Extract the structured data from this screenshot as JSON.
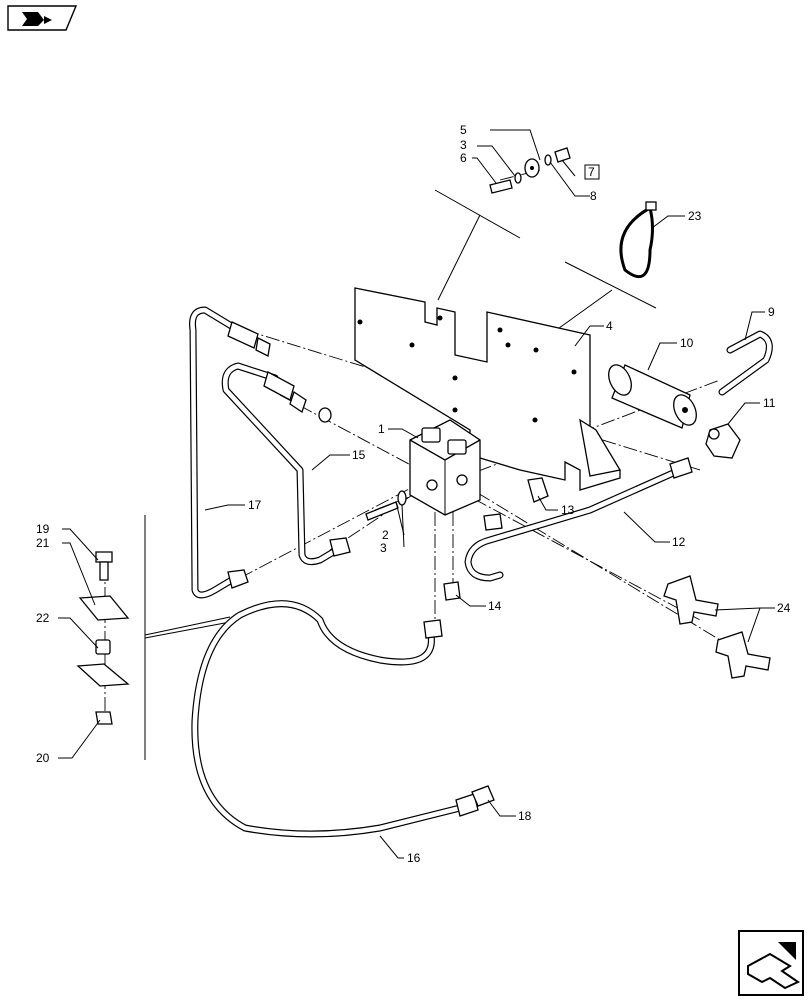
{
  "diagram": {
    "callouts": [
      {
        "id": "c5",
        "text": "5"
      },
      {
        "id": "c3a",
        "text": "3"
      },
      {
        "id": "c6",
        "text": "6"
      },
      {
        "id": "c7",
        "text": "7"
      },
      {
        "id": "c8",
        "text": "8"
      },
      {
        "id": "c23",
        "text": "23"
      },
      {
        "id": "c4",
        "text": "4"
      },
      {
        "id": "c9",
        "text": "9"
      },
      {
        "id": "c10",
        "text": "10"
      },
      {
        "id": "c11",
        "text": "11"
      },
      {
        "id": "c1",
        "text": "1"
      },
      {
        "id": "c15",
        "text": "15"
      },
      {
        "id": "c17",
        "text": "17"
      },
      {
        "id": "c13",
        "text": "13"
      },
      {
        "id": "c12",
        "text": "12"
      },
      {
        "id": "c2",
        "text": "2"
      },
      {
        "id": "c3b",
        "text": "3"
      },
      {
        "id": "c19",
        "text": "19"
      },
      {
        "id": "c21",
        "text": "21"
      },
      {
        "id": "c14",
        "text": "14"
      },
      {
        "id": "c24",
        "text": "24"
      },
      {
        "id": "c22",
        "text": "22"
      },
      {
        "id": "c20",
        "text": "20"
      },
      {
        "id": "c18",
        "text": "18"
      },
      {
        "id": "c16",
        "text": "16"
      }
    ],
    "icons": {
      "top_left": "book-arrow-icon",
      "bottom_right": "next-page-arrow-icon"
    }
  }
}
